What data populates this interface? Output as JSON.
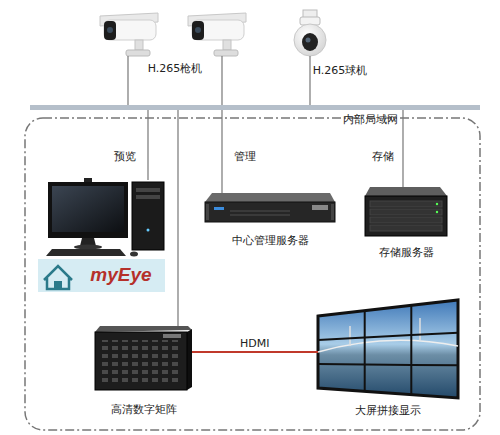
{
  "diagram": {
    "nodes": [
      {
        "text": [
          "H.265枪机"
        ]
      },
      {
        "text": [
          "H.265球机"
        ]
      },
      {
        "text": [
          "内部局域网"
        ]
      },
      {
        "text": [
          "myEye"
        ]
      },
      {
        "text": [
          "中心管理服务器"
        ]
      },
      {
        "text": [
          "存储服务器"
        ]
      },
      {
        "text": [
          "高清数字矩阵"
        ]
      },
      {
        "text": [
          "大屏拼接显示"
        ]
      }
    ],
    "edges": [
      {
        "from": 0,
        "to": 2,
        "arrow": "none"
      },
      {
        "from": 0,
        "to": 2,
        "arrow": "none"
      },
      {
        "from": 1,
        "to": 2,
        "arrow": "none"
      },
      {
        "from": 2,
        "to": 3,
        "label": "预览",
        "arrow": "none"
      },
      {
        "from": 2,
        "to": 4,
        "label": "管理",
        "arrow": "none"
      },
      {
        "from": 2,
        "to": 5,
        "label": "存储",
        "arrow": "none"
      },
      {
        "from": 2,
        "to": 6,
        "arrow": "none"
      },
      {
        "from": 6,
        "to": 7,
        "label": "HDMI",
        "arrow": "none"
      }
    ]
  }
}
